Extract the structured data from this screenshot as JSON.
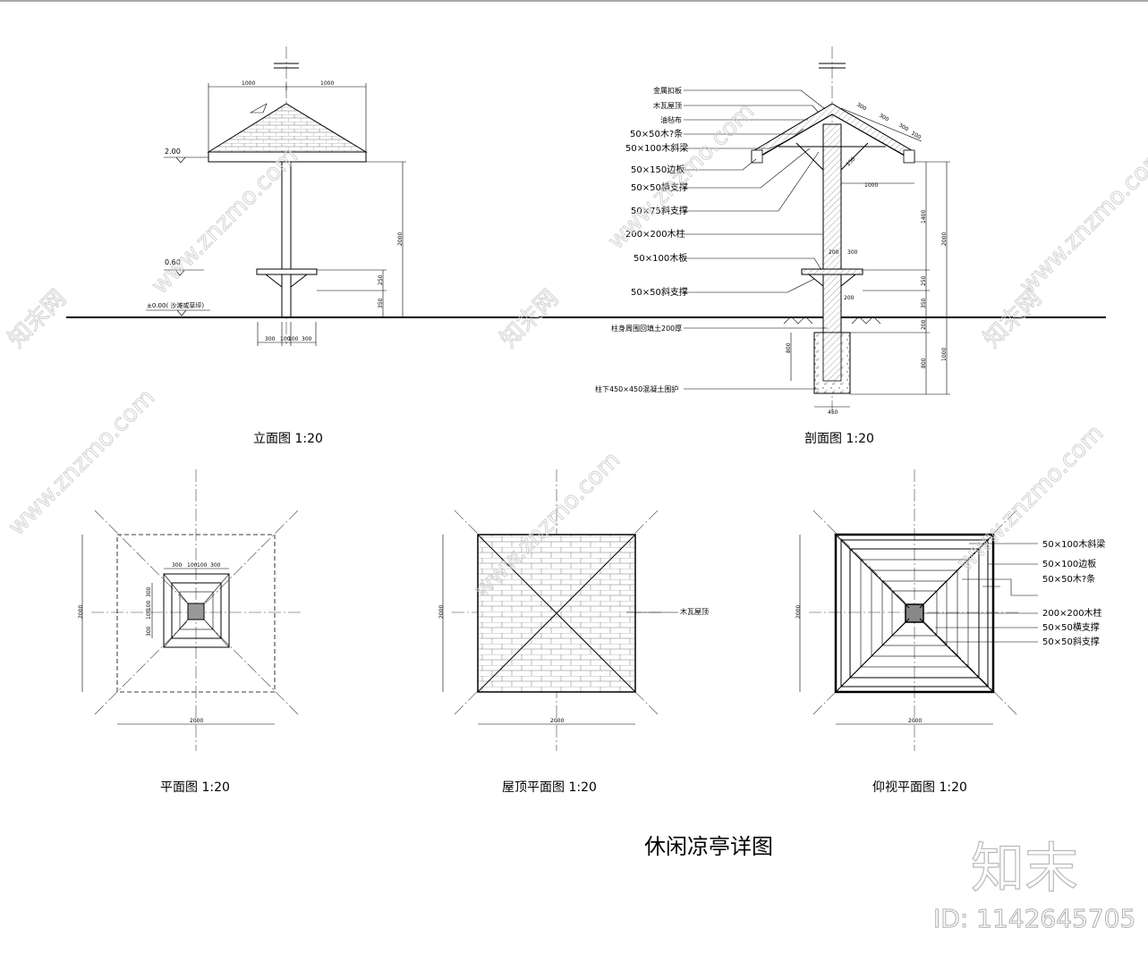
{
  "drawing_title": "休闲凉亭详图",
  "views": {
    "elevation": {
      "caption": "立面图 1:20",
      "dims": {
        "top_left": "1000",
        "top_right": "1000",
        "height": "2000",
        "seat_h": "250",
        "seat_low": "350",
        "base_a": "300",
        "base_b": "100",
        "base_c": "100",
        "base_d": "300"
      },
      "levels": {
        "roof": "2.00",
        "seat": "0.60",
        "ground": "±0.00( 沙滩或草坪)"
      }
    },
    "section": {
      "caption": "剖面图 1:20",
      "labels": [
        "金属扣板",
        "木瓦屋顶",
        "油毡布",
        "50×50木?条",
        "50×100木斜梁",
        "50×150边板",
        "50×50横支撑",
        "50×75斜支撑",
        "200×200木柱",
        "50×100木板",
        "50×50斜支撑",
        "柱身周围回填土200厚",
        "柱下450×450混凝土围护"
      ],
      "dims": {
        "r1": "300",
        "r2": "300",
        "r3": "300",
        "r4": "100",
        "eave": "1000",
        "h1400": "1400",
        "h2000": "2000",
        "s300": "300",
        "s200": "200",
        "s200b": "200",
        "v250": "250",
        "v350": "350",
        "v200": "200",
        "v800": "800",
        "v800b": "800",
        "v1000": "1000",
        "w450": "450",
        "d150": "150"
      }
    },
    "plan": {
      "caption": "平面图 1:20",
      "dims": {
        "w": "2000",
        "h": "2000",
        "t1": "300",
        "t2": "100",
        "t3": "100",
        "t4": "300",
        "l1": "300",
        "l2": "100",
        "l3": "100",
        "l4": "300"
      }
    },
    "roof_plan": {
      "caption": "屋顶平面图 1:20",
      "label": "木瓦屋顶",
      "dims": {
        "w": "2000",
        "h": "2000"
      }
    },
    "ceiling_plan": {
      "caption": "仰视平面图 1:20",
      "labels": [
        "50×100木斜梁",
        "50×100边板",
        "50×50木?条",
        "200×200木柱",
        "50×50横支撑",
        "50×50斜支撑"
      ],
      "dims": {
        "w": "2000",
        "h": "2000"
      }
    }
  },
  "watermark": {
    "site": "www.znzmo.com",
    "brand": "知末网",
    "logo": "知末",
    "id": "ID: 1142645705"
  }
}
